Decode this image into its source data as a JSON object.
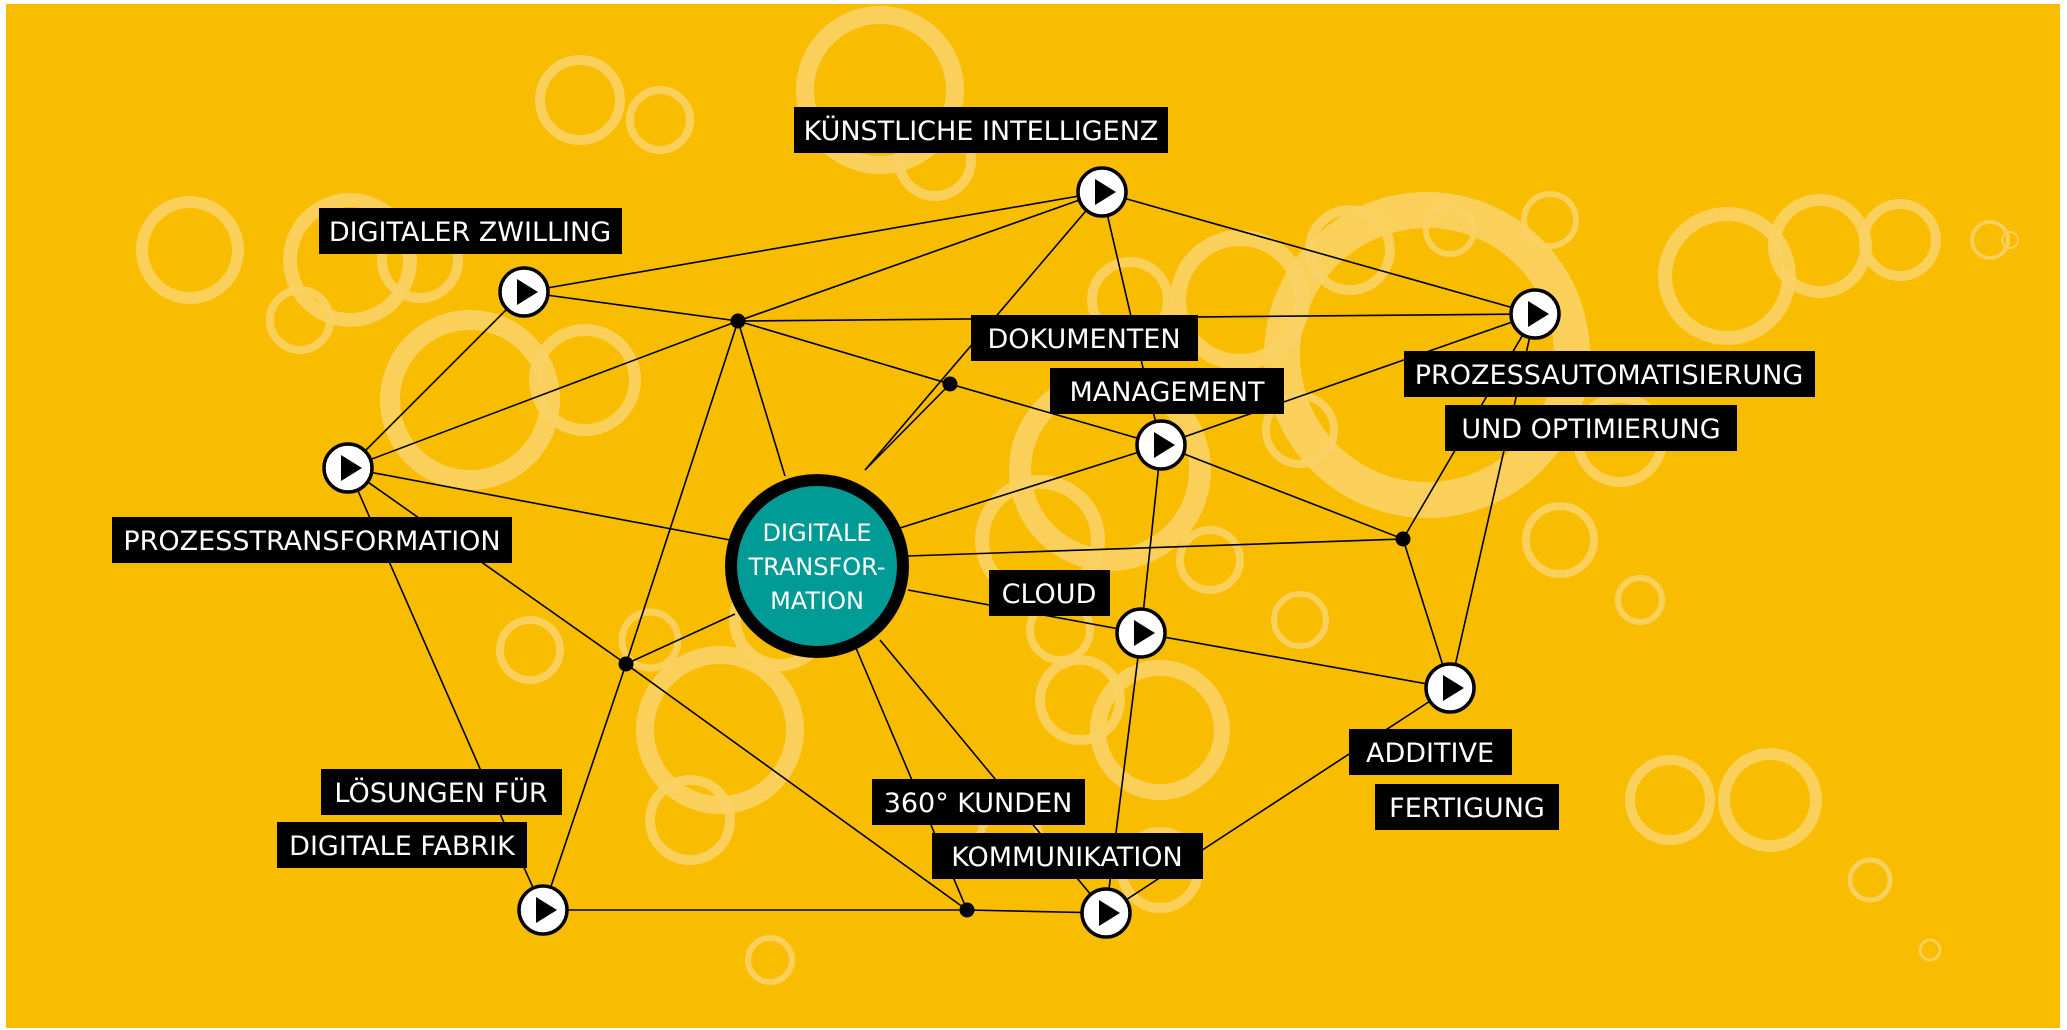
{
  "colors": {
    "background": "#F8BC00",
    "bubbles": "#FAD264",
    "hub_fill": "#009B95",
    "hub_ring": "#000000",
    "label_bg": "#000000",
    "label_text": "#FFFFFF",
    "lines": "#000000"
  },
  "hub": {
    "lines": [
      "DIGITALE",
      "TRANSFOR-",
      "MATION"
    ]
  },
  "topics": [
    {
      "name": "kuenstliche-intelligenz",
      "labels": [
        "KÜNSTLICHE INTELLIGENZ"
      ],
      "icon": "play-icon"
    },
    {
      "name": "digitaler-zwilling",
      "labels": [
        "DIGITALER ZWILLING"
      ],
      "icon": "play-icon"
    },
    {
      "name": "prozesstransformation",
      "labels": [
        "PROZESSTRANSFORMATION"
      ],
      "icon": "play-icon"
    },
    {
      "name": "dokumenten-management",
      "labels": [
        "DOKUMENTEN",
        "MANAGEMENT"
      ],
      "icon": "play-icon"
    },
    {
      "name": "prozessautomatisierung",
      "labels": [
        "PROZESSAUTOMATISIERUNG",
        "UND OPTIMIERUNG"
      ],
      "icon": "play-icon"
    },
    {
      "name": "cloud",
      "labels": [
        "CLOUD"
      ],
      "icon": "play-icon"
    },
    {
      "name": "additive-fertigung",
      "labels": [
        "ADDITIVE",
        "FERTIGUNG"
      ],
      "icon": "play-icon"
    },
    {
      "name": "kunden-kommunikation",
      "labels": [
        "360° KUNDEN",
        "KOMMUNIKATION"
      ],
      "icon": "play-icon"
    },
    {
      "name": "digitale-fabrik",
      "labels": [
        "LÖSUNGEN FÜR",
        "DIGITALE FABRIK"
      ],
      "icon": "play-icon"
    }
  ]
}
